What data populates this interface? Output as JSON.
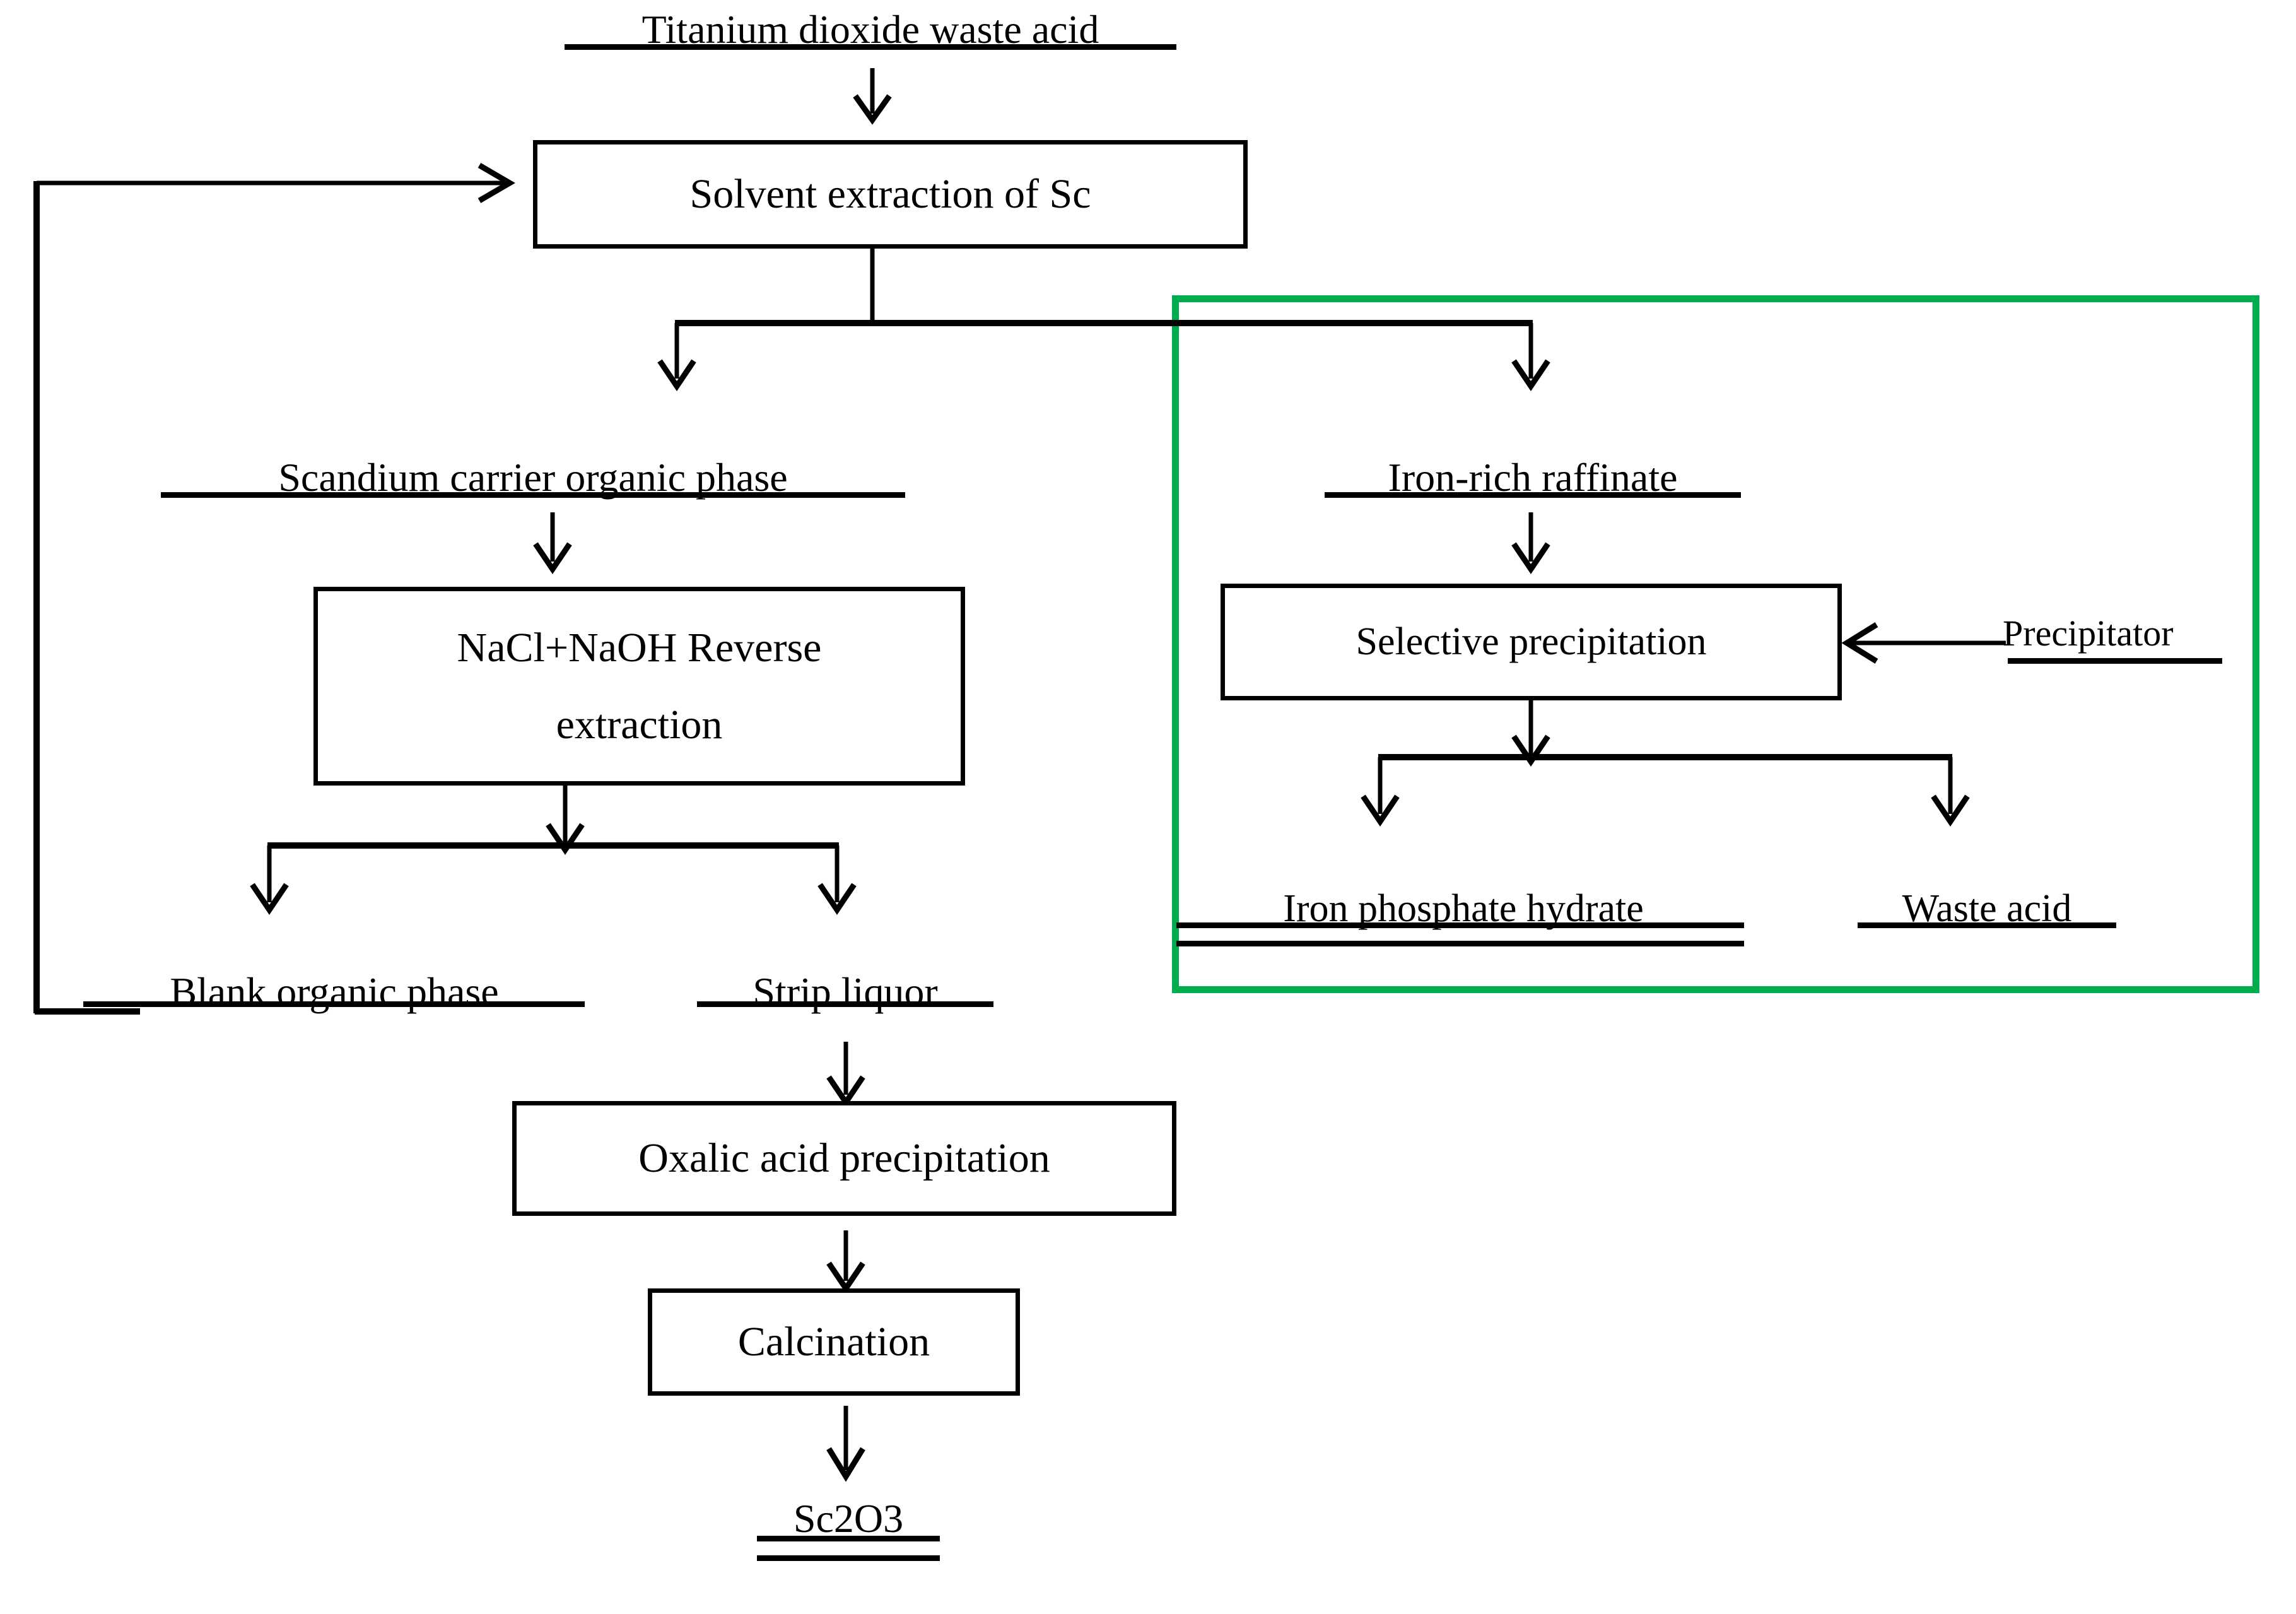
{
  "diagram": {
    "title": "Titanium dioxide waste acid recovery flowsheet",
    "accent_green": "#00ad4e",
    "line_color": "#000000",
    "background": "#ffffff"
  },
  "streams": {
    "feed": "Titanium dioxide waste acid",
    "scandium_organic": "Scandium carrier organic phase",
    "iron_raffinate": "Iron-rich raffinate",
    "blank_organic": "Blank organic phase",
    "strip_liquor": "Strip liquor",
    "precipitator": "Precipitator",
    "iron_phosphate": "Iron phosphate hydrate",
    "waste_acid": "Waste acid",
    "product": "Sc2O3"
  },
  "processes": {
    "solvent_extraction": "Solvent extraction of Sc",
    "reverse_extraction_line1": "NaCl+NaOH Reverse",
    "reverse_extraction_line2": "extraction",
    "selective_precipitation": "Selective precipitation",
    "oxalic_precipitation": "Oxalic acid precipitation",
    "calcination": "Calcination"
  }
}
